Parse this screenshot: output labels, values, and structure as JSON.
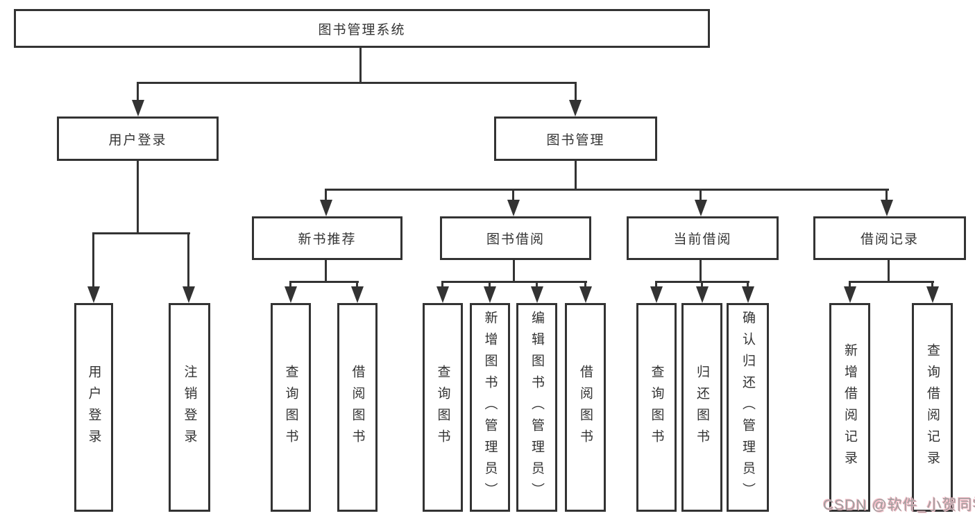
{
  "nodes": {
    "root": "图书管理系统",
    "userLogin": "用户登录",
    "bookMgmt": "图书管理",
    "newBooks": "新书推荐",
    "bookBorrow": "图书借阅",
    "currentBorrow": "当前借阅",
    "borrowRecords": "借阅记录"
  },
  "leaves": {
    "userLogin": [
      "用户登录",
      "注销登录"
    ],
    "newBooks": [
      "查询图书",
      "借阅图书"
    ],
    "bookBorrow": [
      "查询图书",
      "新增图书（管理员）",
      "编辑图书（管理员）",
      "借阅图书"
    ],
    "currentBorrow": [
      "查询图书",
      "归还图书",
      "确认归还（管理员）"
    ],
    "borrowRecords": [
      "新增借阅记录",
      "查询借阅记录"
    ]
  },
  "watermark": "CSDN @软件_小贺同学",
  "colors": {
    "line": "#333333",
    "text": "#333333",
    "background": "#ffffff",
    "watermarkText": "#9f9f9f",
    "watermarkShadow": "#f5bac5"
  }
}
